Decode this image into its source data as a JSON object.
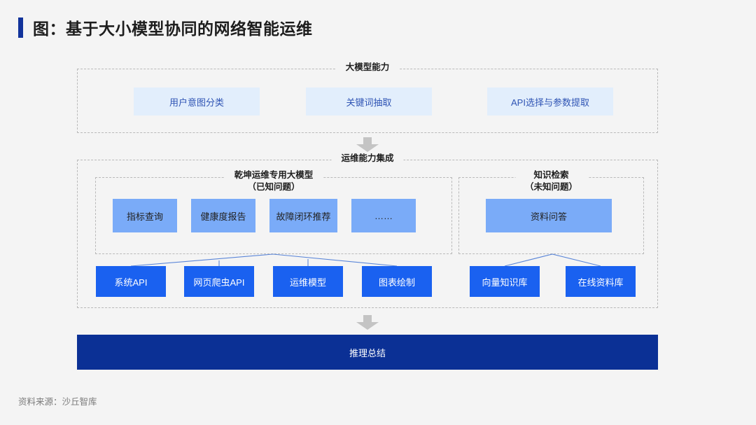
{
  "page": {
    "title": "图：基于大小模型协同的网络智能运维",
    "accent_color": "#12339b",
    "background": "#f4f4f4",
    "source": "资料来源：沙丘智库"
  },
  "colors": {
    "light_box": "#e2eefc",
    "light_box_text": "#2f54b4",
    "mid_box": "#7aabf8",
    "strong_box": "#1a61f0",
    "footer_bar": "#0b3095",
    "dashed_border": "#b9b9b9",
    "arrow_gray": "#c4c4c4",
    "connector_line": "#5b86d8"
  },
  "sections": {
    "model_capability": {
      "label": "大模型能力",
      "items": [
        {
          "label": "用户意图分类"
        },
        {
          "label": "关键词抽取"
        },
        {
          "label": "API选择与参数提取"
        }
      ]
    },
    "ops_integration": {
      "label": "运维能力集成",
      "groups": [
        {
          "label_line1": "乾坤运维专用大模型",
          "label_line2": "（已知问题）",
          "items": [
            {
              "label": "指标查询"
            },
            {
              "label": "健康度报告"
            },
            {
              "label": "故障闭环推荐"
            },
            {
              "label": "……"
            }
          ],
          "tools": [
            {
              "label": "系统API"
            },
            {
              "label": "网页爬虫API"
            },
            {
              "label": "运维模型"
            },
            {
              "label": "图表绘制"
            }
          ]
        },
        {
          "label_line1": "知识检索",
          "label_line2": "（未知问题）",
          "items": [
            {
              "label": "资料问答"
            }
          ],
          "tools": [
            {
              "label": "向量知识库"
            },
            {
              "label": "在线资料库"
            }
          ]
        }
      ]
    },
    "summary": {
      "label": "推理总结"
    }
  },
  "icons": {
    "arrow_top": "arrow-down-icon",
    "arrow_bottom": "arrow-down-icon"
  }
}
